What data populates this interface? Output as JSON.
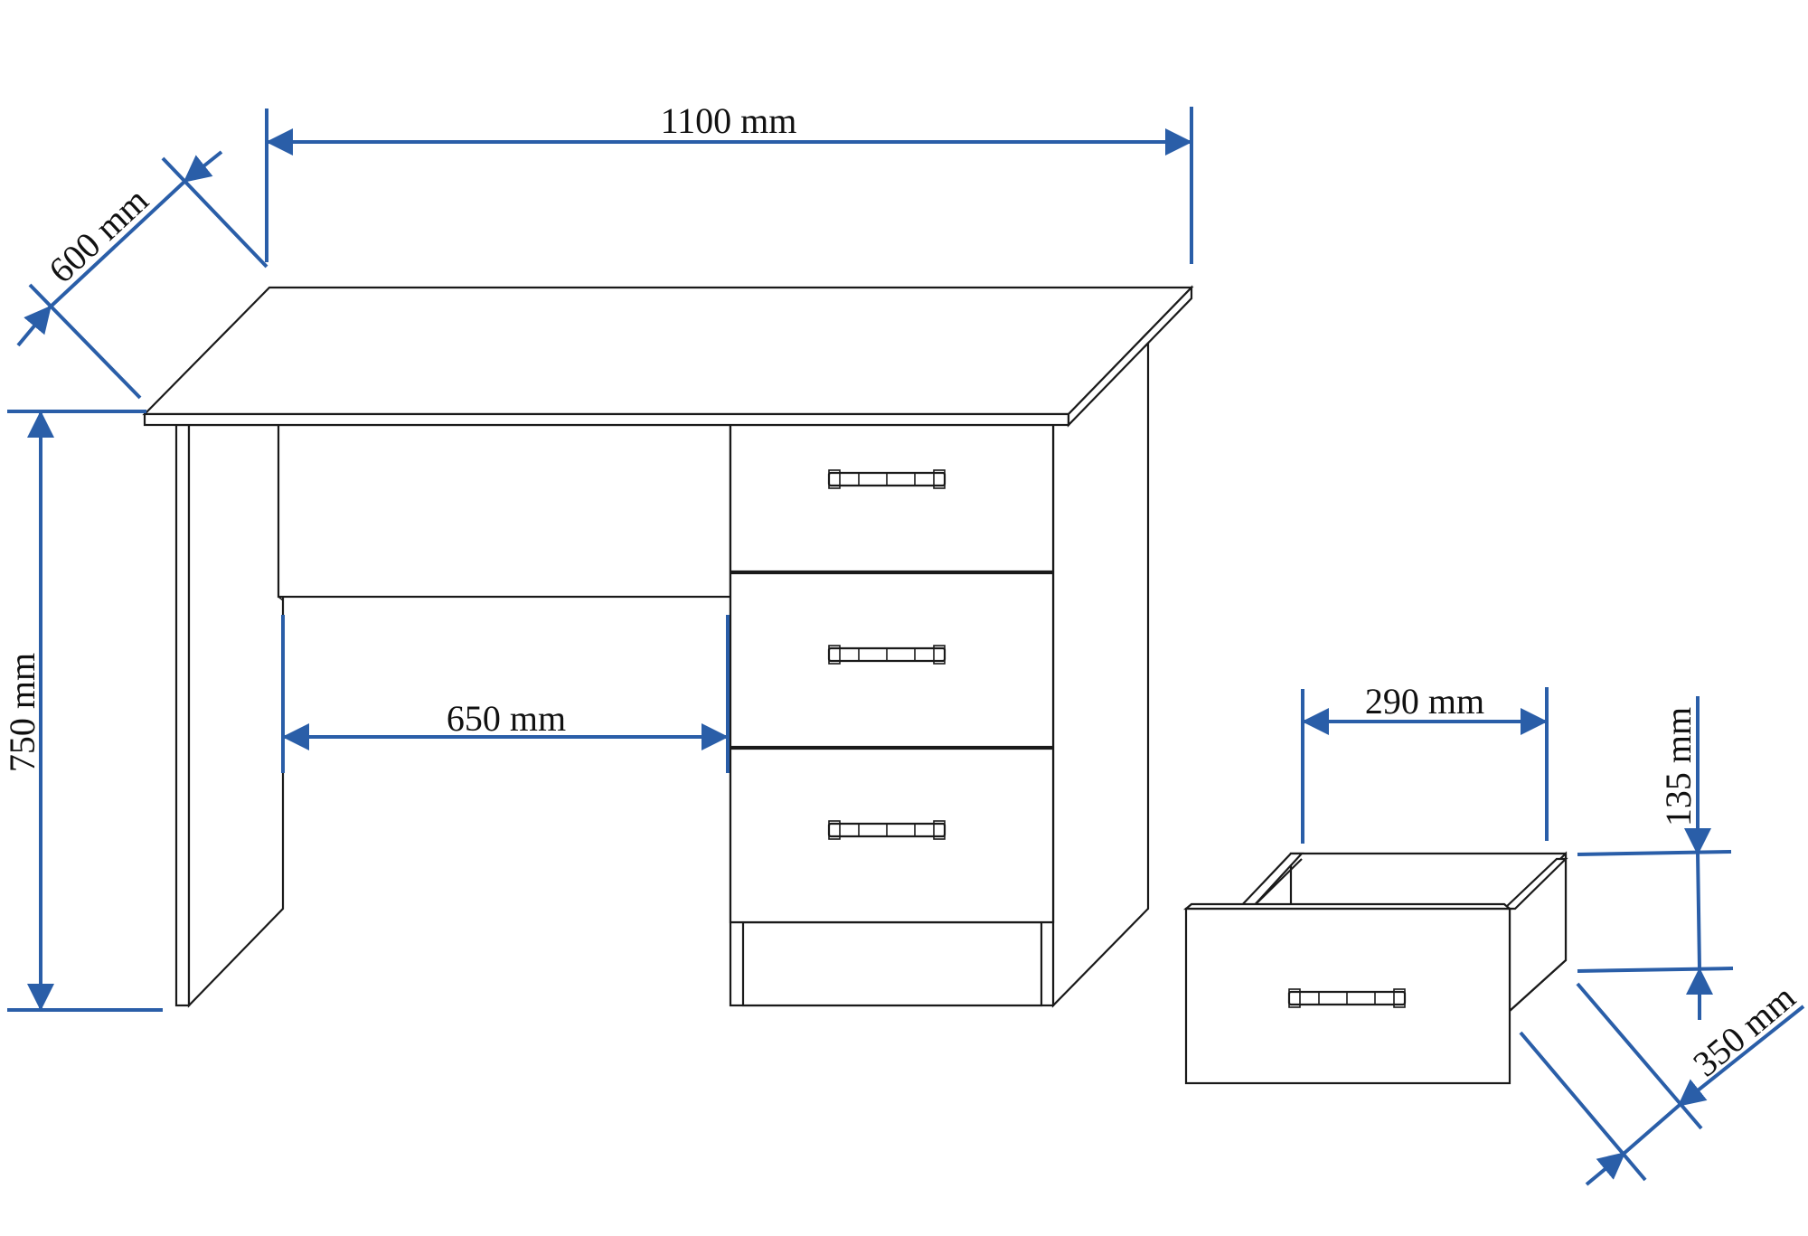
{
  "colors": {
    "dimension": "#2a5ea8",
    "outline": "#1a1a1a",
    "background": "#ffffff"
  },
  "dimensions": {
    "width": "1100 mm",
    "depth": "600 mm",
    "height": "750 mm",
    "knee_space": "650 mm",
    "drawer_width": "290 mm",
    "drawer_height": "135 mm",
    "drawer_depth": "350 mm"
  }
}
